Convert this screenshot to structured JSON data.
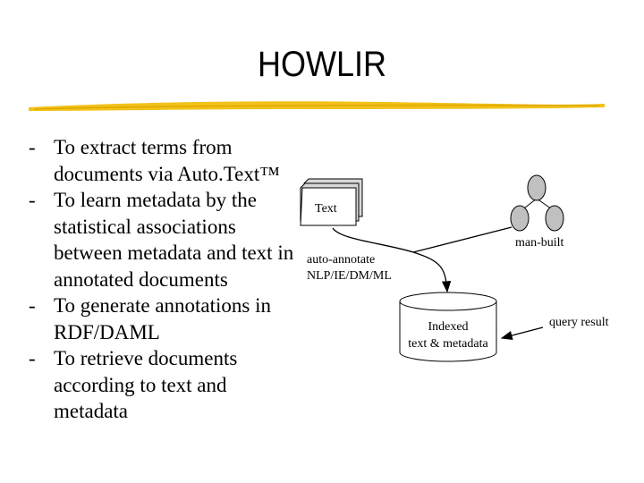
{
  "slide": {
    "title": "HOWLIR",
    "bullets": [
      {
        "dash": "-",
        "text": "To extract terms from documents via Auto.Text™"
      },
      {
        "dash": "-",
        "text": "To learn metadata by the statistical associations between metadata and text in annotated documents"
      },
      {
        "dash": "-",
        "text": "To generate annotations in RDF/DAML"
      },
      {
        "dash": "-",
        "text": "To retrieve documents according to text and metadata"
      }
    ]
  },
  "diagram": {
    "doc_stack_label": "Text",
    "auto_annotate_line1": "auto-annotate",
    "auto_annotate_line2": "NLP/IE/DM/ML",
    "man_built_label": "man-built",
    "db_line1": "Indexed",
    "db_line2": "text & metadata",
    "query_result_label": "query result",
    "colors": {
      "title_rule": "#f2c21a",
      "tree_node": "#c0c0c0",
      "doc_fill": "#d8d8d8"
    }
  }
}
